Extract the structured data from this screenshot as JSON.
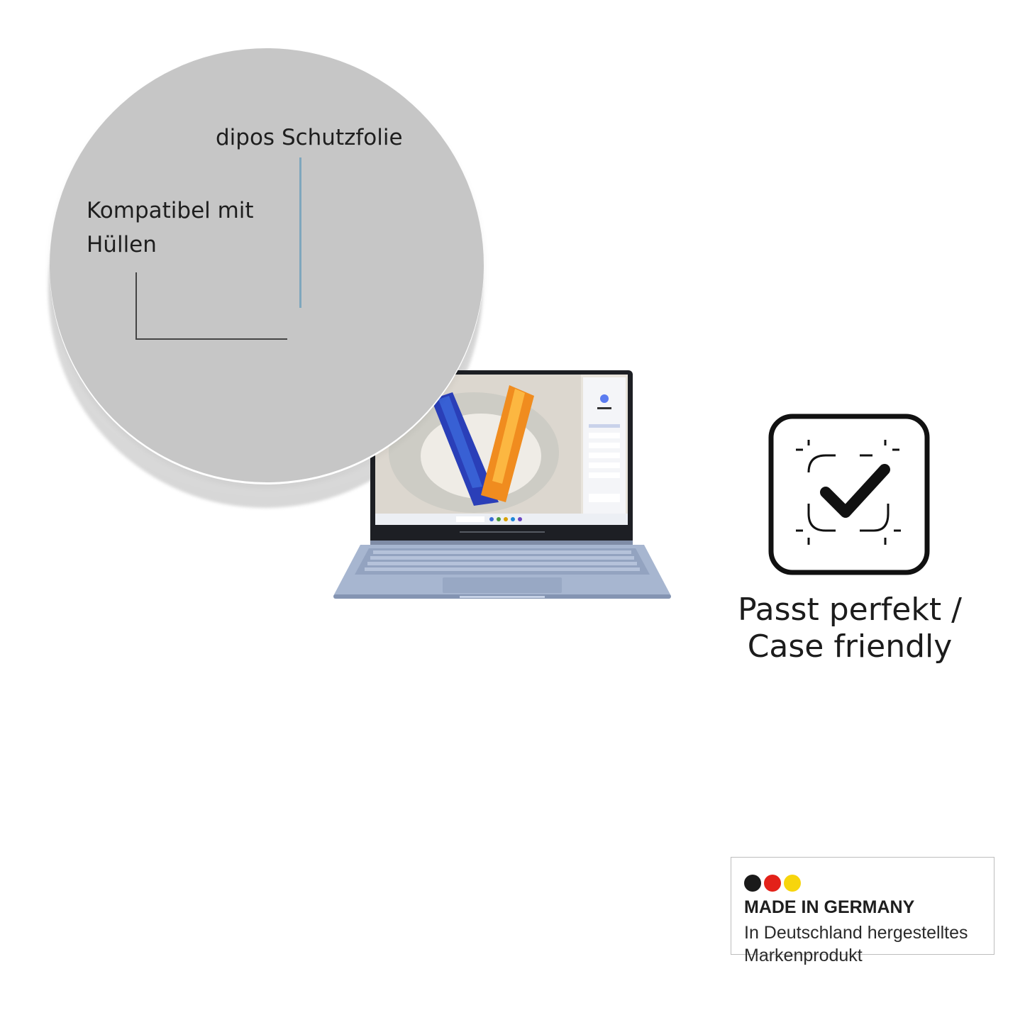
{
  "circle": {
    "title": "dipos Schutzfolie",
    "subtitle": "Kompatibel mit Hüllen"
  },
  "feature": {
    "icon": "checkmark-focus-icon",
    "label": "Passt perfekt / Case friendly"
  },
  "badge": {
    "title": "MADE IN GERMANY",
    "description": "In Deutschland hergestelltes Markenprodukt",
    "colors": [
      "#1a1a1a",
      "#e32119",
      "#f7d50c"
    ]
  },
  "colors": {
    "circle": "#c6c6c6",
    "accent_line": "#7fa7bd",
    "laptop_body": "#9fb0cb"
  }
}
